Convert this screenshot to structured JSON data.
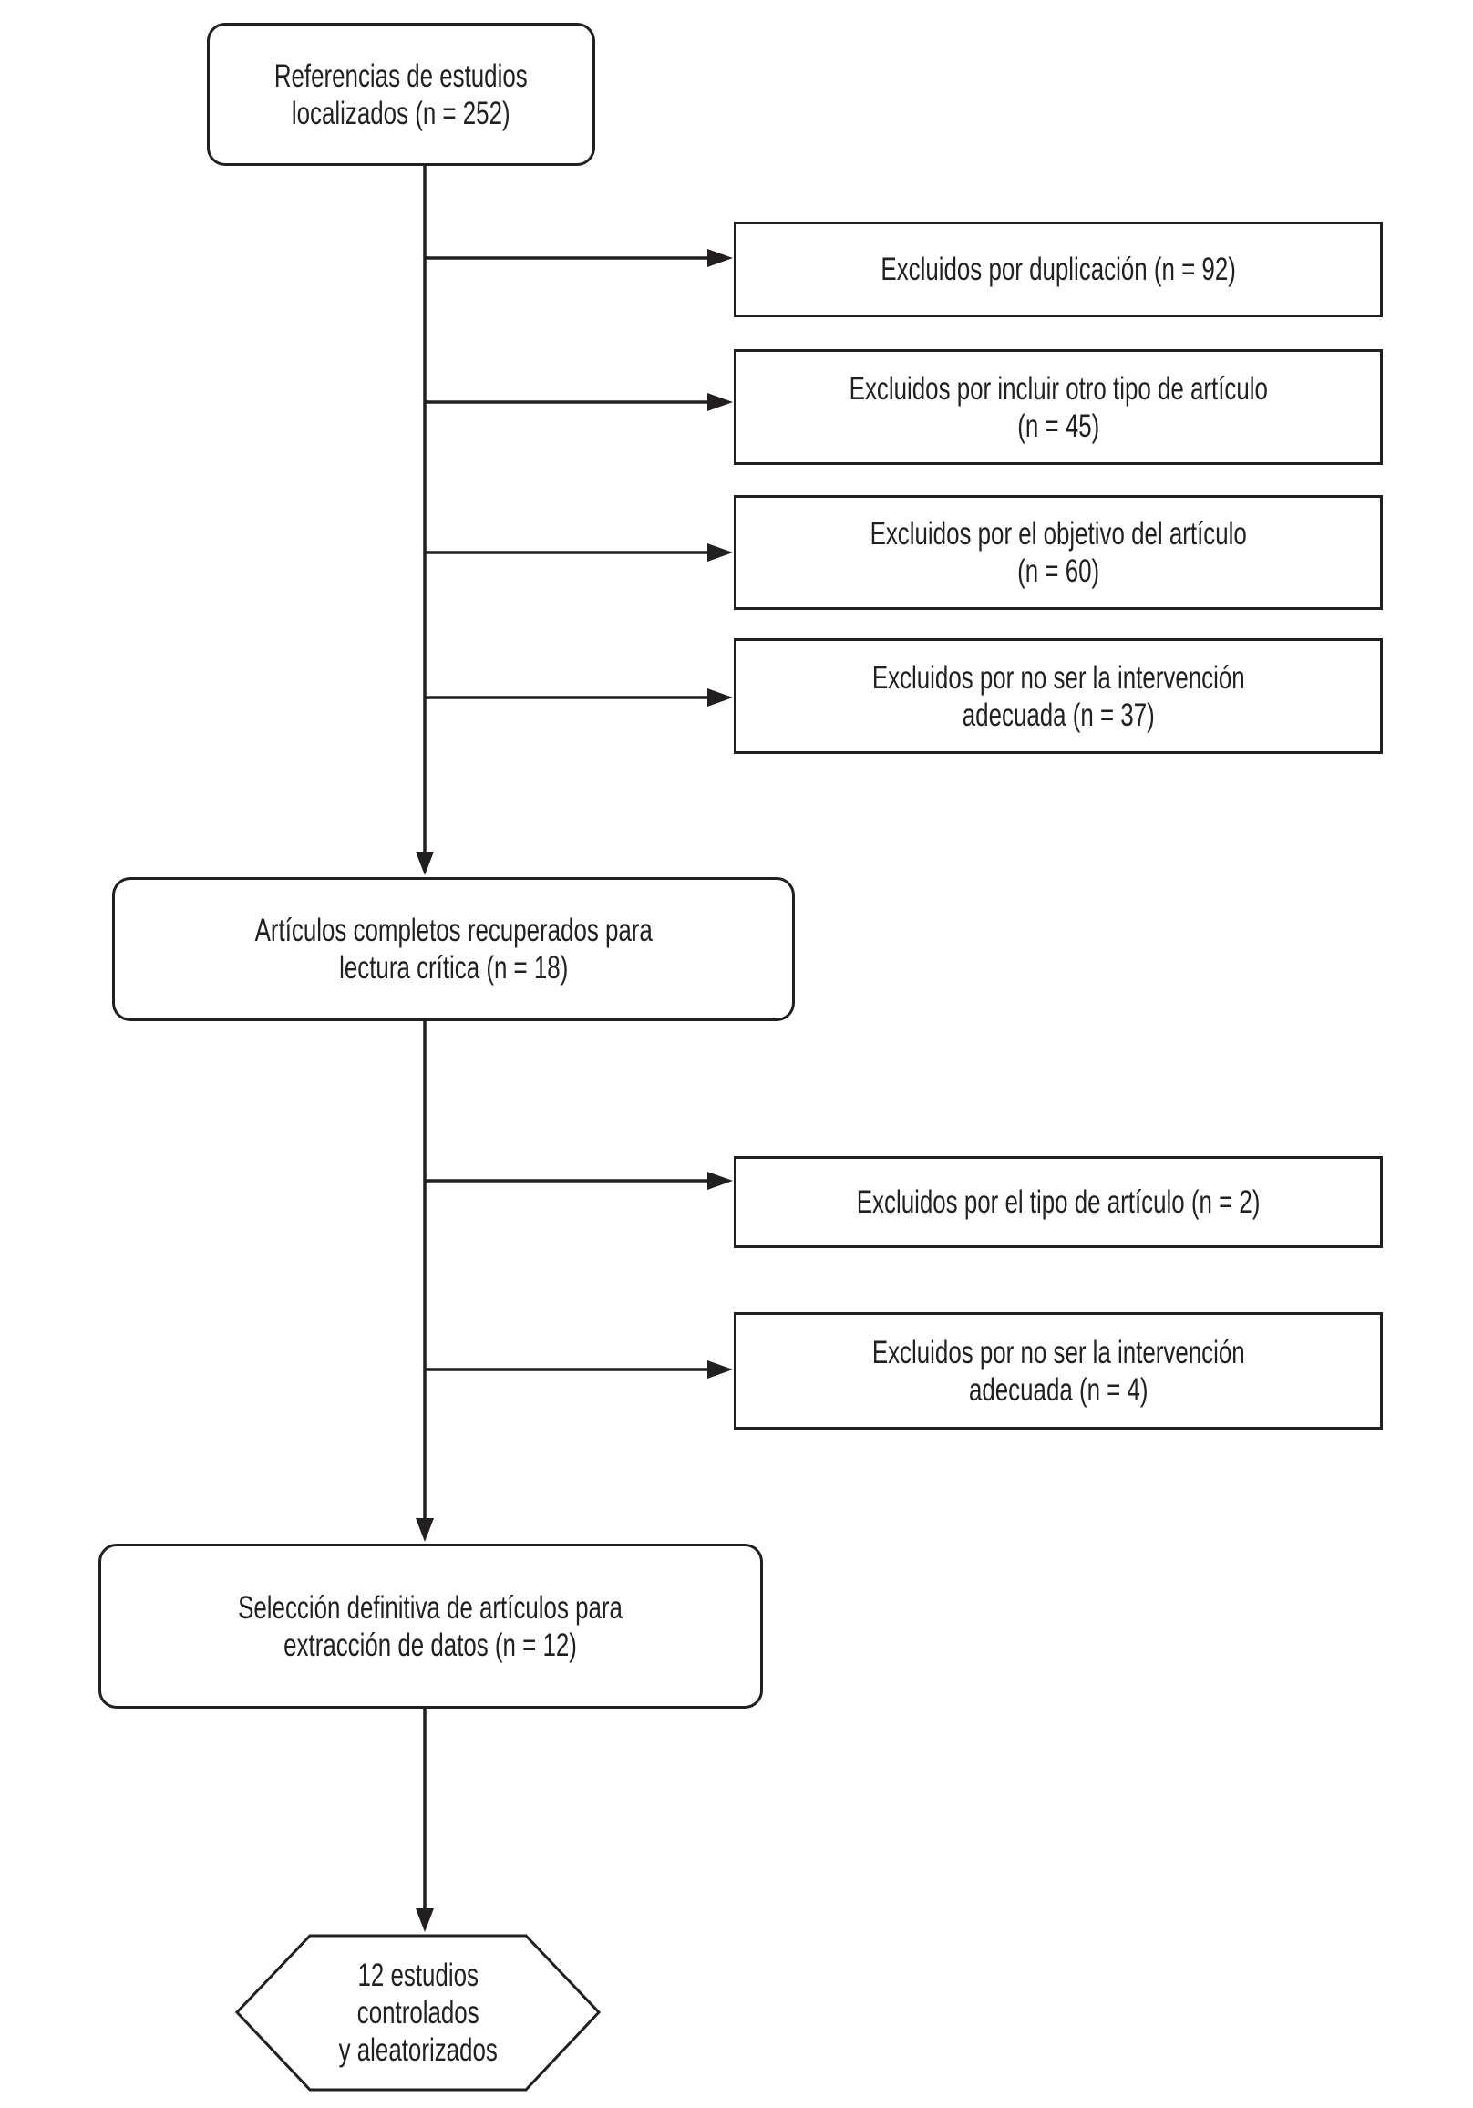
{
  "flowchart": {
    "colors": {
      "line": "#231f20",
      "text": "#231f20",
      "box_bg": "#ffffff",
      "page_bg": "#ffffff"
    },
    "nodes": {
      "references": {
        "lines": [
          "Referencias de estudios",
          "localizados (n = 252)"
        ],
        "n": 252
      },
      "excluded_duplication": {
        "lines": [
          "Excluidos por duplicación (n = 92)"
        ],
        "n": 92
      },
      "excluded_other_article_type": {
        "lines": [
          "Excluidos por incluir otro tipo de artículo",
          "(n = 45)"
        ],
        "n": 45
      },
      "excluded_objective": {
        "lines": [
          "Excluidos por el objetivo del artículo",
          "(n = 60)"
        ],
        "n": 60
      },
      "excluded_wrong_intervention_first": {
        "lines": [
          "Excluidos por no ser la intervención",
          "adecuada (n = 37)"
        ],
        "n": 37
      },
      "full_text_articles": {
        "lines": [
          "Artículos completos recuperados para",
          "lectura crítica (n = 18)"
        ],
        "n": 18
      },
      "excluded_article_type": {
        "lines": [
          "Excluidos por el tipo de artículo (n = 2)"
        ],
        "n": 2
      },
      "excluded_wrong_intervention_second": {
        "lines": [
          "Excluidos por no ser la intervención",
          "adecuada (n = 4)"
        ],
        "n": 4
      },
      "final_selection": {
        "lines": [
          "Selección definitiva de artículos para",
          "extracción de datos (n = 12)"
        ],
        "n": 12
      },
      "result": {
        "lines": [
          "12 estudios",
          "controlados",
          "y aleatorizados"
        ],
        "n": 12
      }
    }
  }
}
